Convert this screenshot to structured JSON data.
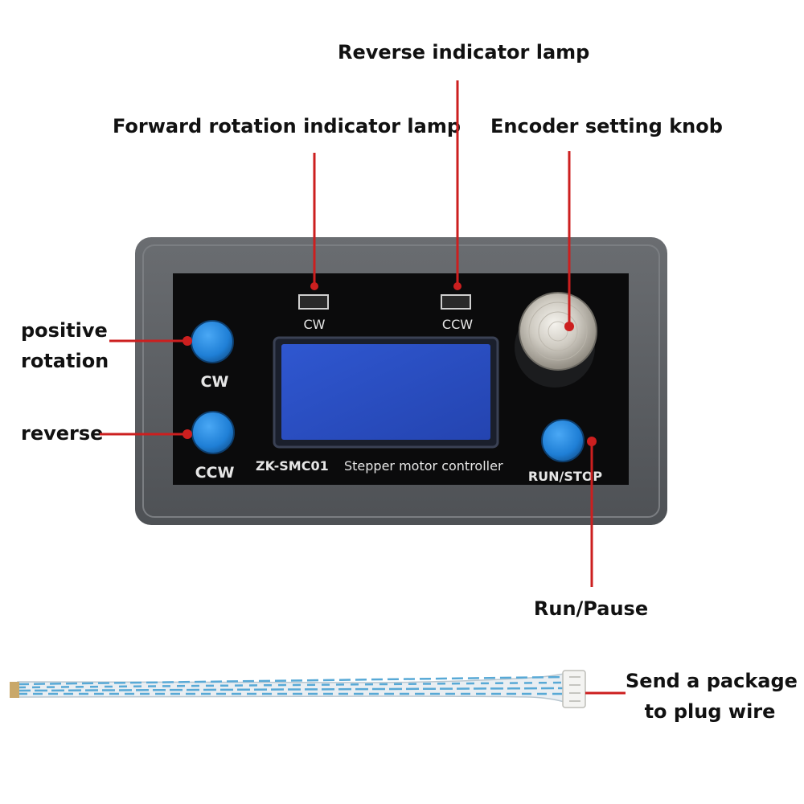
{
  "callouts": {
    "reverse_lamp": "Reverse indicator lamp",
    "forward_lamp": "Forward rotation indicator lamp",
    "encoder_knob": "Encoder setting knob",
    "positive_rotation_line1": "positive",
    "positive_rotation_line2": "rotation",
    "reverse": "reverse",
    "run_pause": "Run/Pause",
    "cable_line1": "Send a package",
    "cable_line2": "to plug wire"
  },
  "panel": {
    "lamp_cw": "CW",
    "lamp_ccw": "CCW",
    "button_cw": "CW",
    "button_ccw": "CCW",
    "button_run_stop": "RUN/STOP",
    "model": "ZK-SMC01",
    "description": "Stepper motor controller"
  },
  "colors": {
    "leader_line": "#cc1f1f",
    "button_blue": "#1f7fd6",
    "housing_gray": "#5b5e62",
    "panel_black": "#0b0b0c",
    "lcd_blue": "#2a4ec4"
  }
}
